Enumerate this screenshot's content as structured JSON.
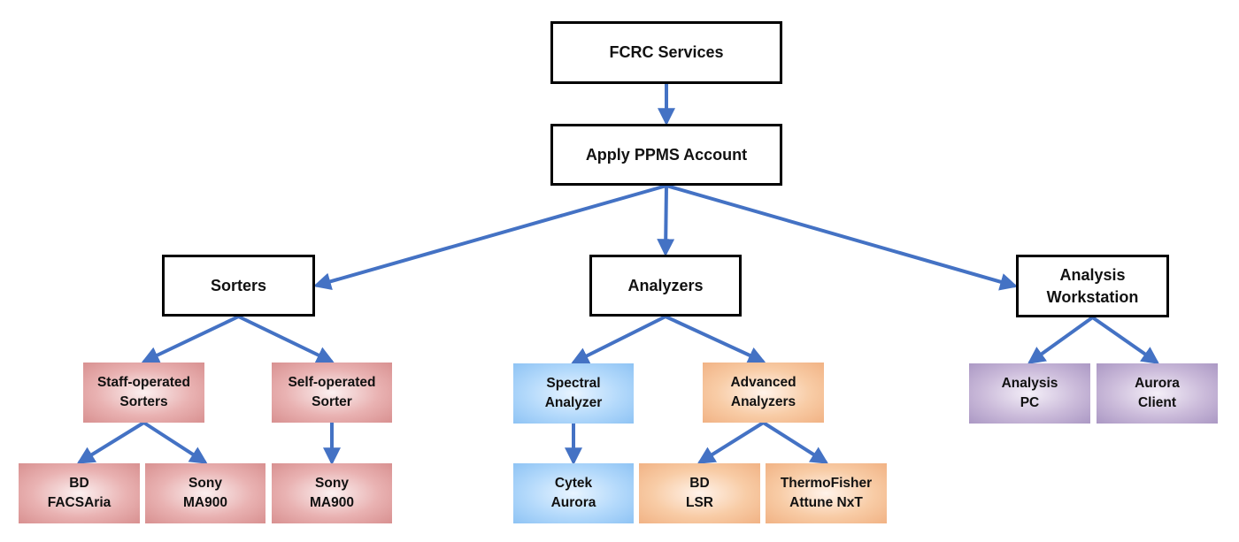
{
  "diagram": {
    "title": "FCRC Services workflow",
    "arrow_color": "#4472C4",
    "nodes": {
      "fcrc": {
        "lines": [
          "FCRC Services"
        ]
      },
      "ppms": {
        "lines": [
          "Apply PPMS Account"
        ]
      },
      "sorters": {
        "lines": [
          "Sorters"
        ]
      },
      "analyzers": {
        "lines": [
          "Analyzers"
        ]
      },
      "workstation": {
        "lines": [
          "Analysis",
          "Workstation"
        ]
      },
      "staff": {
        "lines": [
          "Staff-operated",
          "Sorters"
        ]
      },
      "self": {
        "lines": [
          "Self-operated",
          "Sorter"
        ]
      },
      "bdaria": {
        "lines": [
          "BD",
          "FACSAria"
        ]
      },
      "sony1": {
        "lines": [
          "Sony",
          "MA900"
        ]
      },
      "sony2": {
        "lines": [
          "Sony",
          "MA900"
        ]
      },
      "spectral": {
        "lines": [
          "Spectral",
          "Analyzer"
        ]
      },
      "advanced": {
        "lines": [
          "Advanced",
          "Analyzers"
        ]
      },
      "cytek": {
        "lines": [
          "Cytek",
          "Aurora"
        ]
      },
      "bdlsr": {
        "lines": [
          "BD",
          "LSR"
        ]
      },
      "thermo": {
        "lines": [
          "ThermoFisher",
          "Attune NxT"
        ]
      },
      "pc": {
        "lines": [
          "Analysis",
          "PC"
        ]
      },
      "client": {
        "lines": [
          "Aurora",
          "Client"
        ]
      }
    },
    "edges": [
      [
        "fcrc",
        "ppms"
      ],
      [
        "ppms",
        "sorters"
      ],
      [
        "ppms",
        "analyzers"
      ],
      [
        "ppms",
        "workstation"
      ],
      [
        "sorters",
        "staff"
      ],
      [
        "sorters",
        "self"
      ],
      [
        "staff",
        "bdaria"
      ],
      [
        "staff",
        "sony1"
      ],
      [
        "self",
        "sony2"
      ],
      [
        "analyzers",
        "spectral"
      ],
      [
        "analyzers",
        "advanced"
      ],
      [
        "spectral",
        "cytek"
      ],
      [
        "advanced",
        "bdlsr"
      ],
      [
        "advanced",
        "thermo"
      ],
      [
        "workstation",
        "pc"
      ],
      [
        "workstation",
        "client"
      ]
    ]
  }
}
